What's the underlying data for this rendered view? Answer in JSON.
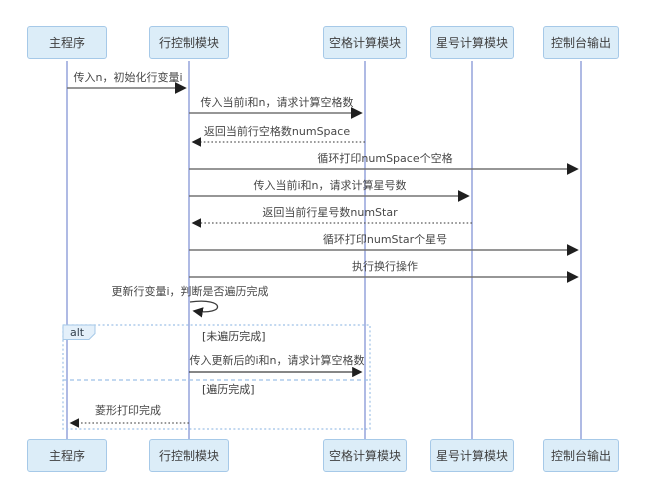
{
  "diagram": {
    "kind": "uml-sequence-diagram",
    "participants": [
      {
        "name": "主程序"
      },
      {
        "name": "行控制模块"
      },
      {
        "name": "空格计算模块"
      },
      {
        "name": "星号计算模块"
      },
      {
        "name": "控制台输出"
      }
    ],
    "messages": [
      {
        "from": "主程序",
        "to": "行控制模块",
        "style": "solid",
        "label": "传入n，初始化行变量i"
      },
      {
        "from": "行控制模块",
        "to": "空格计算模块",
        "style": "solid",
        "label": "传入当前i和n，请求计算空格数"
      },
      {
        "from": "空格计算模块",
        "to": "行控制模块",
        "style": "dotted-return",
        "label": "返回当前行空格数numSpace"
      },
      {
        "from": "行控制模块",
        "to": "控制台输出",
        "style": "solid",
        "label": "循环打印numSpace个空格"
      },
      {
        "from": "行控制模块",
        "to": "星号计算模块",
        "style": "solid",
        "label": "传入当前i和n，请求计算星号数"
      },
      {
        "from": "星号计算模块",
        "to": "行控制模块",
        "style": "dotted-return",
        "label": "返回当前行星号数numStar"
      },
      {
        "from": "行控制模块",
        "to": "控制台输出",
        "style": "solid",
        "label": "循环打印numStar个星号"
      },
      {
        "from": "行控制模块",
        "to": "控制台输出",
        "style": "solid",
        "label": "执行换行操作"
      },
      {
        "from": "行控制模块",
        "to": "行控制模块",
        "style": "self-loop",
        "label": "更新行变量i，判断是否遍历完成"
      },
      {
        "from": "行控制模块",
        "to": "空格计算模块",
        "style": "solid",
        "branch": "未遍历完成",
        "label": "传入更新后的i和n，请求计算空格数"
      },
      {
        "from": "行控制模块",
        "to": "主程序",
        "style": "dotted-return",
        "branch": "遍历完成",
        "label": "菱形打印完成"
      }
    ],
    "fragment": {
      "label": "alt",
      "branches": [
        {
          "guard": "[未遍历完成]"
        },
        {
          "guard": "[遍历完成]"
        }
      ]
    },
    "colors": {
      "participant_fill": "#dcedf8",
      "participant_border": "#a6c9e8",
      "lifeline": "#8495d6",
      "arrow_line": "#737373",
      "arrow_head": "#1f1f1f",
      "fragment_border": "#9ec0e6",
      "fragment_tab_fill": "#e4f0fa",
      "text": "#404040",
      "background": "#ffffff"
    }
  }
}
